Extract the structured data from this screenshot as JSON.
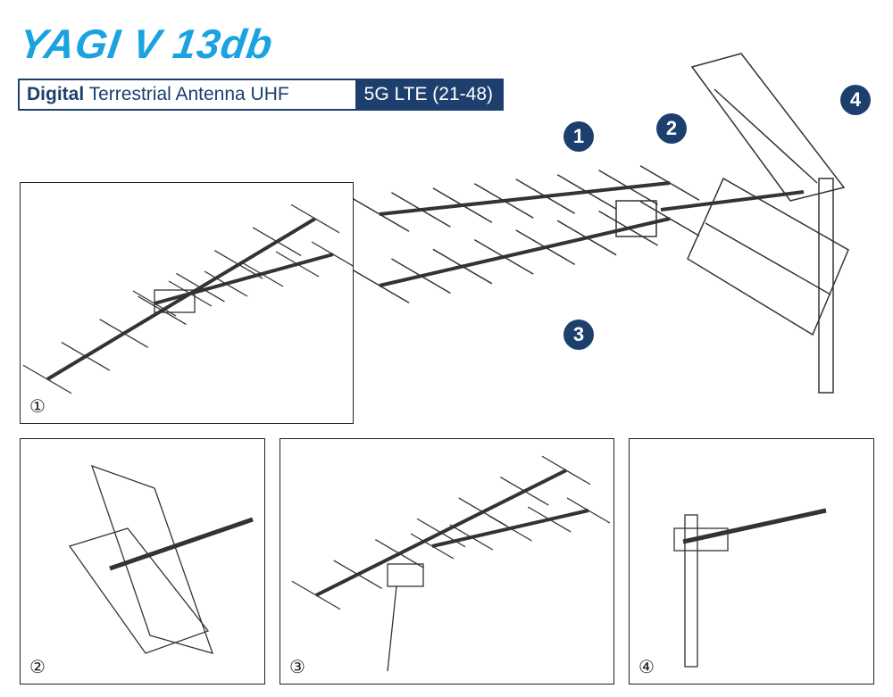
{
  "title": "YAGI V 13db",
  "subtitle": {
    "bold": "Digital",
    "text": " Terrestrial Antenna UHF",
    "highlight": "5G LTE (21-48)"
  },
  "callouts": [
    "1",
    "2",
    "3",
    "4"
  ],
  "panels": [
    {
      "label": "①"
    },
    {
      "label": "②"
    },
    {
      "label": "③"
    },
    {
      "label": "④"
    }
  ],
  "colors": {
    "title": "#1aa3e0",
    "navy": "#1c3f6e"
  }
}
